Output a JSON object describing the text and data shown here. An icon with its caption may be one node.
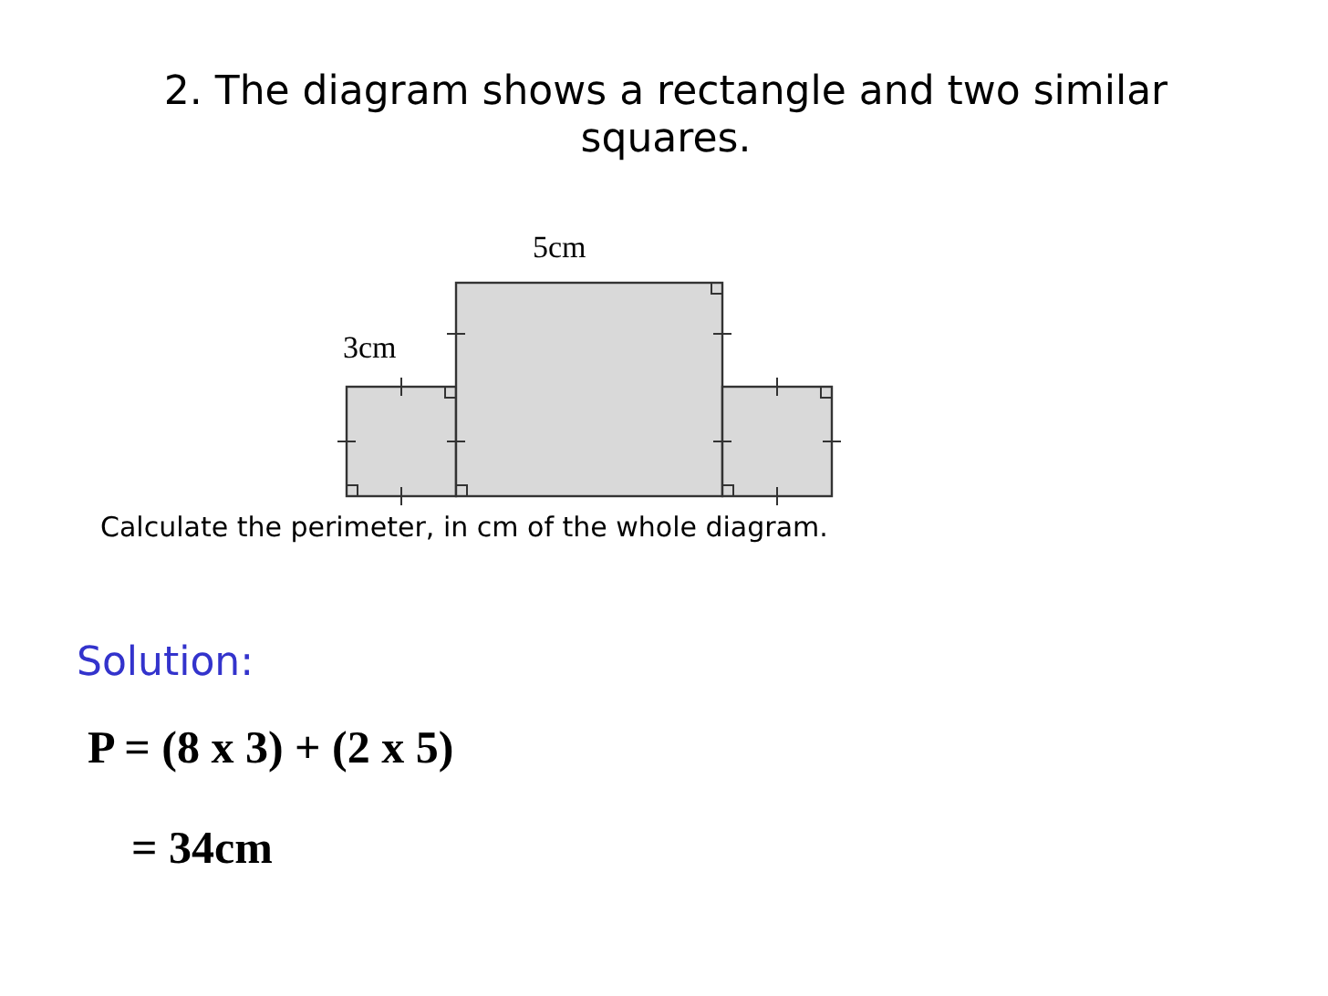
{
  "diagram": {
    "title": "2. The diagram shows a rectangle and two similar squares.",
    "labels": [
      "5cm",
      "3cm",
      "Calculate the perimeter, in cm of the whole diagram.",
      "Solution:",
      "P = (8 x 3) + (2 x 5)",
      "= 34cm"
    ]
  }
}
